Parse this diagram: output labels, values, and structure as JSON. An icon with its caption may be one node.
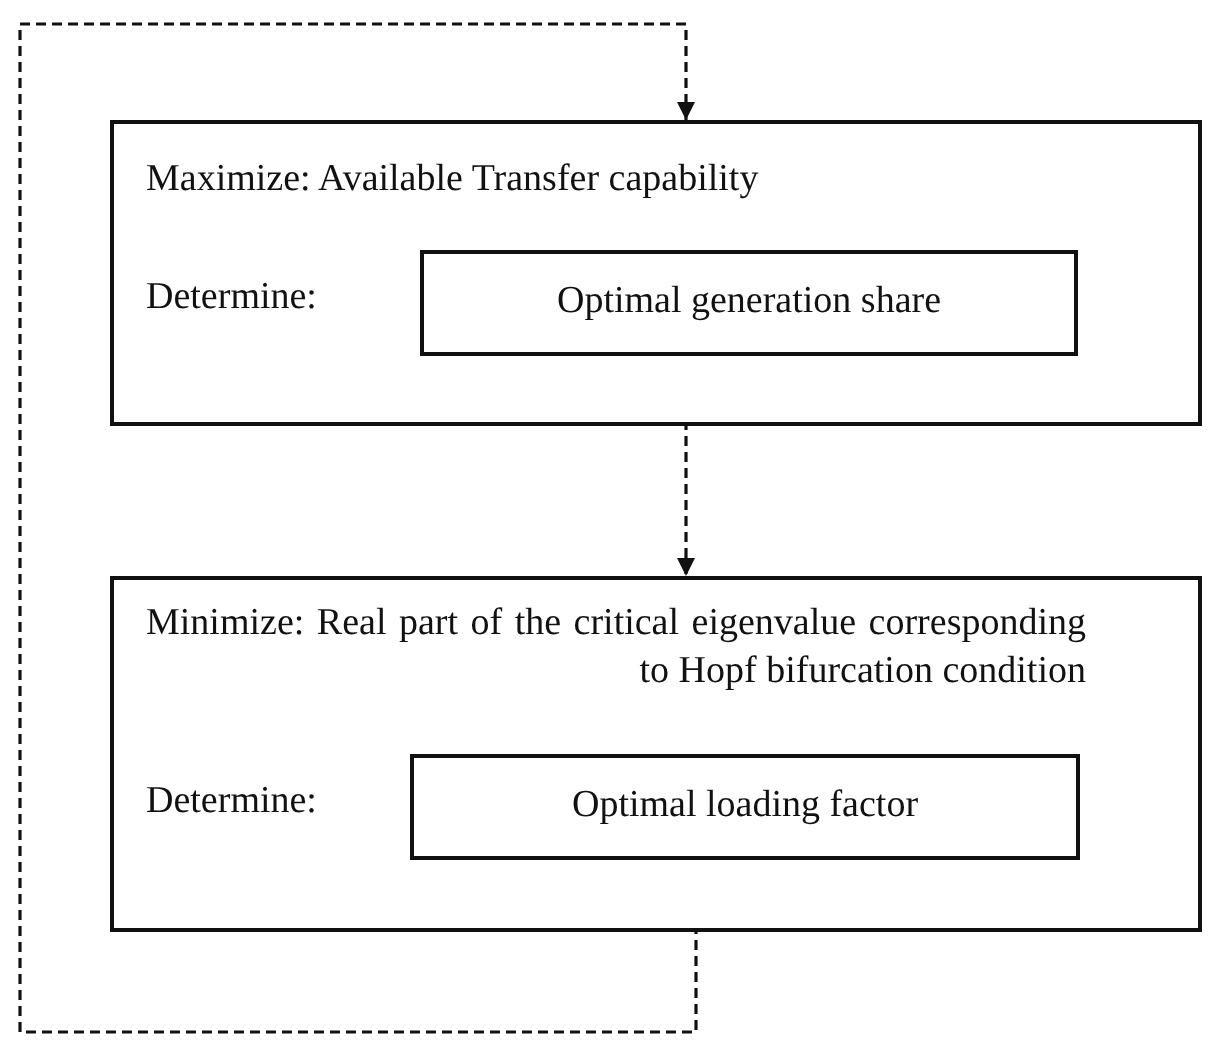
{
  "diagram": {
    "nodes": [
      {
        "text": [
          "Maximize: Available Transfer capability",
          "Determine:"
        ]
      },
      {
        "text": [
          "Optimal generation share"
        ],
        "in": 0
      },
      {
        "text": [
          "Minimize: Real part of the critical eigenvalue corresponding to Hopf bifurcation condition",
          "Determine:"
        ]
      },
      {
        "text": [
          "Optimal loading factor"
        ],
        "in": 2
      }
    ],
    "edges": [
      {
        "from": 1,
        "to": 2,
        "arrow": "to",
        "style": "dashed"
      },
      {
        "from": 3,
        "to": 0,
        "arrow": "to",
        "style": "dashed"
      }
    ]
  }
}
